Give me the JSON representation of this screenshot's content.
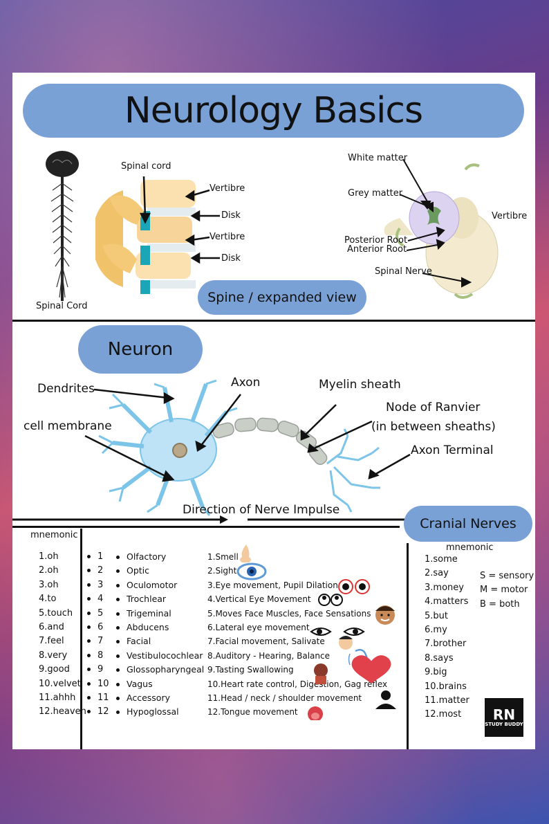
{
  "title": "Neurology Basics",
  "spine": {
    "spinal_cord_caption": "Spinal Cord",
    "spinal_cord_label": "Spinal cord",
    "vertibre_1": "Vertibre",
    "disk_1": "Disk",
    "vertibre_2": "Vertibre",
    "disk_2": "Disk",
    "white_matter": "White matter",
    "grey_matter": "Grey matter",
    "posterior_root": "Posterior Root",
    "anterior_root": "Anterior Root",
    "spinal_nerve": "Spinal Nerve",
    "vertibre_3": "Vertibre",
    "expanded_view": "Spine / expanded view"
  },
  "neuron": {
    "heading": "Neuron",
    "dendrites": "Dendrites",
    "axon": "Axon",
    "myelin_sheath": "Myelin sheath",
    "node_of_ranvier": "Node of Ranvier",
    "node_note": "(in between sheaths)",
    "cell_membrane": "cell membrane",
    "axon_terminal": "Axon Terminal",
    "direction": "Direction of Nerve Impulse"
  },
  "cranial": {
    "heading": "Cranial Nerves",
    "left_mnemonic_title": "mnemonic",
    "left_mnemonic": [
      "1.oh",
      "2.oh",
      "3.oh",
      "4.to",
      "5.touch",
      "6.and",
      "7.feel",
      "8.very",
      "9.good",
      "10.velvet",
      "11.ahhh",
      "12.heaven"
    ],
    "numbers": [
      "1",
      "2",
      "3",
      "4",
      "5",
      "6",
      "7",
      "8",
      "9",
      "10",
      "11",
      "12"
    ],
    "nerves": [
      "Olfactory",
      "Optic",
      "Oculomotor",
      "Trochlear",
      "Trigeminal",
      "Abducens",
      "Facial",
      "Vestibulocochlear",
      "Glossopharyngeal",
      "Vagus",
      "Accessory",
      "Hypoglossal"
    ],
    "functions": [
      "1.Smell",
      "2.Sight",
      "3.Eye movement, Pupil Dilation",
      "4.Vertical Eye Movement",
      "5.Moves Face Muscles, Face Sensations",
      "6.Lateral eye movement",
      "7.Facial movement, Salivate",
      "8.Auditory - Hearing, Balance",
      "9.Tasting Swallowing",
      "10.Heart rate control, Digestion, Gag reflex",
      "11.Head / neck / shoulder movement",
      "12.Tongue movement"
    ],
    "right_mnemonic_title": "mnemonic",
    "right_mnemonic": [
      "1.some",
      "2.say",
      "3.money",
      "4.matters",
      "5.but",
      "6.my",
      "7.brother",
      "8.says",
      "9.big",
      "10.brains",
      "11.matter",
      "12.most"
    ],
    "legend": [
      "S = sensory",
      "M = motor",
      "B = both"
    ]
  },
  "logo": {
    "top": "RN",
    "bottom": "STUDY BUDDY"
  }
}
